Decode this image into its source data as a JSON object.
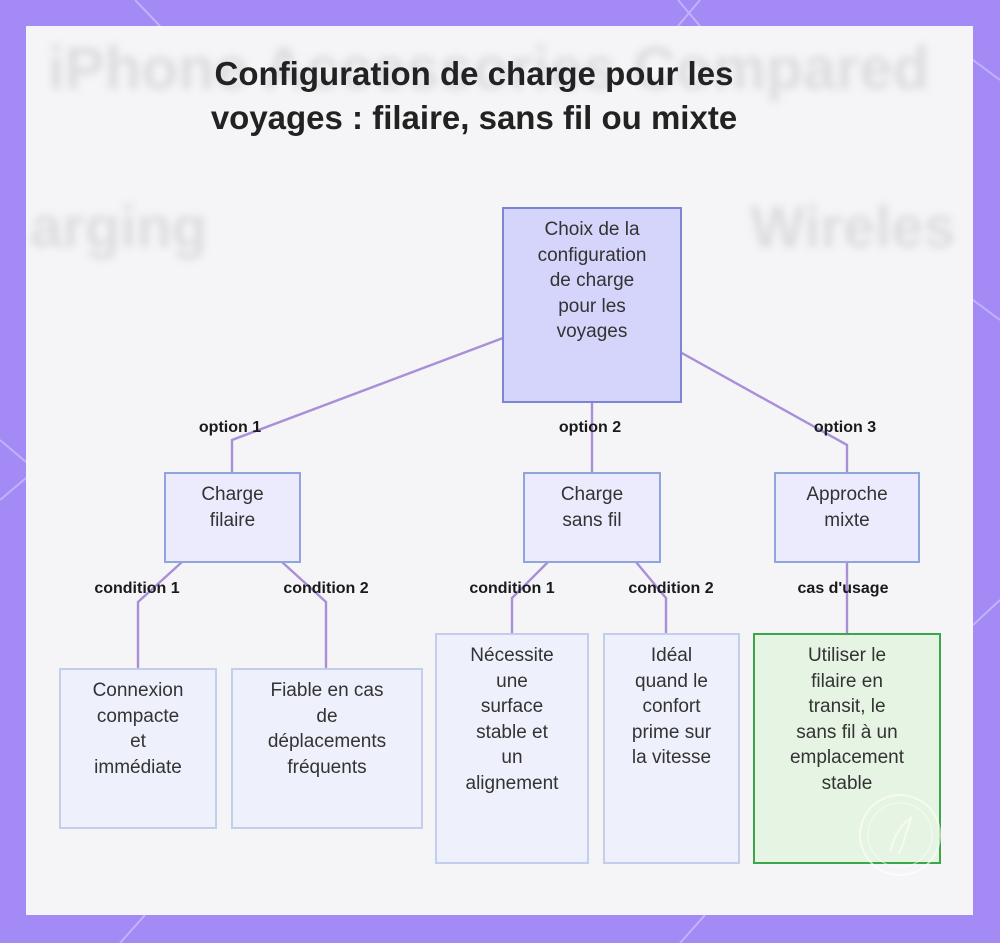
{
  "title": {
    "line1": "Configuration de charge pour les",
    "line2": "voyages : filaire, sans fil ou mixte"
  },
  "background_text": {
    "heading": "iPhone Accessories Compared",
    "left": "arging",
    "right": "Wireles"
  },
  "nodes": {
    "root": {
      "lines": [
        "Choix de la",
        "configuration",
        "de charge",
        "pour les",
        "voyages"
      ]
    },
    "wired": {
      "lines": [
        "Charge",
        "filaire"
      ]
    },
    "wireless": {
      "lines": [
        "Charge",
        "sans fil"
      ]
    },
    "mixed": {
      "lines": [
        "Approche",
        "mixte"
      ]
    },
    "wired_c1": {
      "lines": [
        "Connexion",
        "compacte",
        "et",
        "immédiate"
      ]
    },
    "wired_c2": {
      "lines": [
        "Fiable en cas",
        "de",
        "déplacements",
        "fréquents"
      ]
    },
    "wireless_c1": {
      "lines": [
        "Nécessite",
        "une",
        "surface",
        "stable et",
        "un",
        "alignement"
      ]
    },
    "wireless_c2": {
      "lines": [
        "Idéal",
        "quand le",
        "confort",
        "prime sur",
        "la vitesse"
      ]
    },
    "mixed_use": {
      "lines": [
        "Utiliser le",
        "filaire en",
        "transit, le",
        "sans fil à un",
        "emplacement",
        "stable"
      ]
    }
  },
  "edge_labels": {
    "option1": "option 1",
    "option2": "option 2",
    "option3": "option 3",
    "wired_condition1": "condition 1",
    "wired_condition2": "condition 2",
    "wireless_condition1": "condition 1",
    "wireless_condition2": "condition 2",
    "mixed_usecase": "cas d'usage"
  },
  "colors": {
    "frame": "#a48af5",
    "card": "#f5f5f7",
    "edge": "#a98ed8",
    "root_fill": "#d5d5fb",
    "root_border": "#7b85d4",
    "leaf_fill": "#eef0fc",
    "highlight_fill": "#e6f4e3",
    "highlight_border": "#3aa84a"
  }
}
